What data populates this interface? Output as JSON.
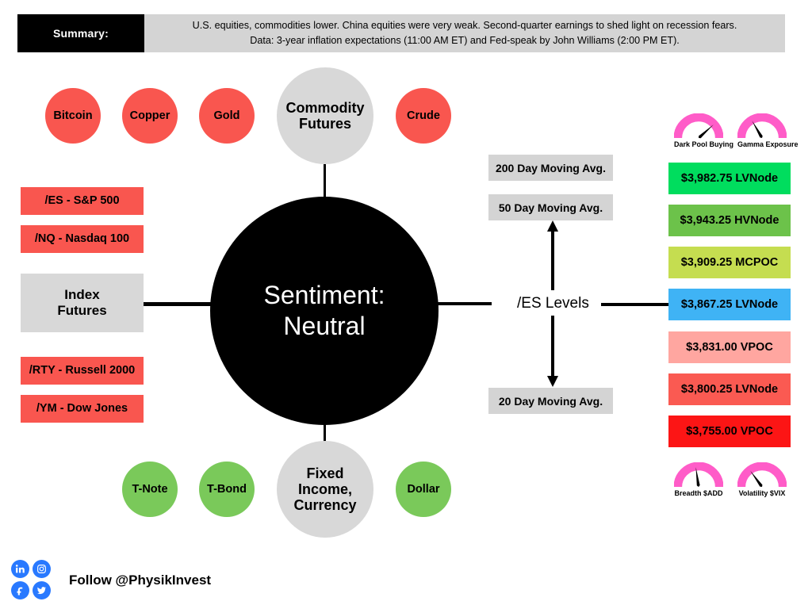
{
  "summary": {
    "label": "Summary:",
    "line1": "U.S. equities, commodities lower. China equities were very weak. Second-quarter earnings to shed light on recession fears.",
    "line2": "Data: 3-year inflation expectations (11:00 AM ET) and Fed-speak by John Williams (2:00 PM ET)."
  },
  "center": {
    "line1": "Sentiment:",
    "line2": "Neutral"
  },
  "commodities": {
    "hub": {
      "line1": "Commodity",
      "line2": "Futures"
    },
    "items": [
      {
        "label": "Bitcoin"
      },
      {
        "label": "Copper"
      },
      {
        "label": "Gold"
      },
      {
        "label": "Crude"
      }
    ]
  },
  "fixed_income": {
    "hub": {
      "line1": "Fixed",
      "line2": "Income,",
      "line3": "Currency"
    },
    "items": [
      {
        "label": "T-Note"
      },
      {
        "label": "T-Bond"
      },
      {
        "label": "Dollar"
      }
    ]
  },
  "index_futures": {
    "hub": {
      "line1": "Index",
      "line2": "Futures"
    },
    "above": [
      {
        "label": "/ES - S&P 500"
      },
      {
        "label": "/NQ - Nasdaq 100"
      }
    ],
    "below": [
      {
        "label": "/RTY - Russell 2000"
      },
      {
        "label": "/YM - Dow Jones"
      }
    ]
  },
  "es_levels": {
    "title": "/ES Levels",
    "moving_averages": {
      "top": [
        {
          "label": "200 Day Moving Avg."
        },
        {
          "label": "50 Day Moving Avg."
        }
      ],
      "bottom": [
        {
          "label": "20 Day Moving Avg."
        }
      ]
    },
    "levels": [
      {
        "price": "$3,982.75",
        "type": "LVNode",
        "text": "$3,982.75 LVNode",
        "color": "#00dd5e"
      },
      {
        "price": "$3,943.25",
        "type": "HVNode",
        "text": "$3,943.25 HVNode",
        "color": "#6cc24a"
      },
      {
        "price": "$3,909.25",
        "type": "MCPOC",
        "text": "$3,909.25 MCPOC",
        "color": "#c5dd50"
      },
      {
        "price": "$3,867.25",
        "type": "LVNode",
        "text": "$3,867.25 LVNode",
        "color": "#3fb3f5"
      },
      {
        "price": "$3,831.00",
        "type": "VPOC",
        "text": "$3,831.00 VPOC",
        "color": "#ffa6a0"
      },
      {
        "price": "$3,800.25",
        "type": "LVNode",
        "text": "$3,800.25 LVNode",
        "color": "#fa5a52"
      },
      {
        "price": "$3,755.00",
        "type": "VPOC",
        "text": "$3,755.00 VPOC",
        "color": "#fc1515"
      }
    ]
  },
  "gauges": {
    "top": [
      {
        "label": "Dark Pool Buying",
        "needle_deg": 48
      },
      {
        "label": "Gamma Exposure",
        "needle_deg": -30
      }
    ],
    "bottom": [
      {
        "label": "Breadth $ADD",
        "needle_deg": -8
      },
      {
        "label": "Volatility $VIX",
        "needle_deg": -36
      }
    ],
    "dial_color": "#ff5cc8",
    "needle_color": "#000000"
  },
  "footer": {
    "follow_text": "Follow @PhysikInvest",
    "socials": [
      {
        "name": "linkedin"
      },
      {
        "name": "instagram"
      },
      {
        "name": "facebook"
      },
      {
        "name": "twitter"
      }
    ]
  },
  "colors": {
    "red": "#f9564f",
    "green": "#7ac95a",
    "gray": "#d8d8d8",
    "black": "#000000",
    "social_blue": "#2979ff"
  }
}
